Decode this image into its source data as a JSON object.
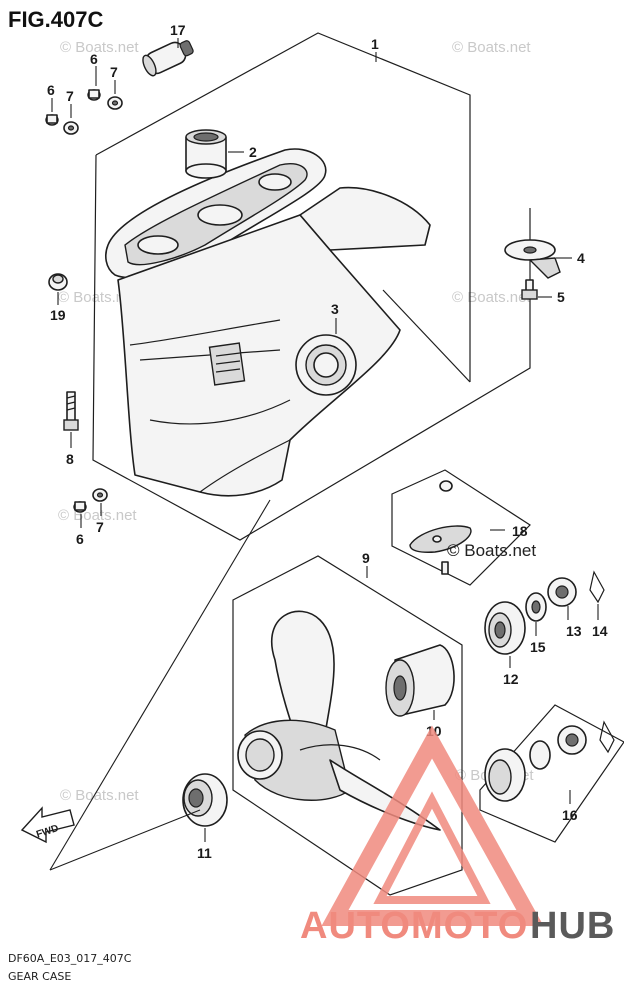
{
  "figure": {
    "title": "FIG.407C",
    "code": "DF60A_E03_017_407C",
    "name": "GEAR CASE"
  },
  "watermark": {
    "faint": "© Boats.net",
    "dark": "© Boats.net"
  },
  "brand": {
    "part1": "AUTOMOTO",
    "part2": "HUB",
    "color_primary": "#f08a7e",
    "color_secondary": "#5a5a5a"
  },
  "callouts": {
    "p1": "1",
    "p2": "2",
    "p3": "3",
    "p4": "4",
    "p5": "5",
    "p6a": "6",
    "p6b": "6",
    "p6c": "6",
    "p7a": "7",
    "p7b": "7",
    "p7c": "7",
    "p8": "8",
    "p9": "9",
    "p10": "10",
    "p11": "11",
    "p12": "12",
    "p13": "13",
    "p14": "14",
    "p15": "15",
    "p16": "16",
    "p17": "17",
    "p18": "18",
    "p19": "19"
  },
  "fwd_label": "FWD"
}
